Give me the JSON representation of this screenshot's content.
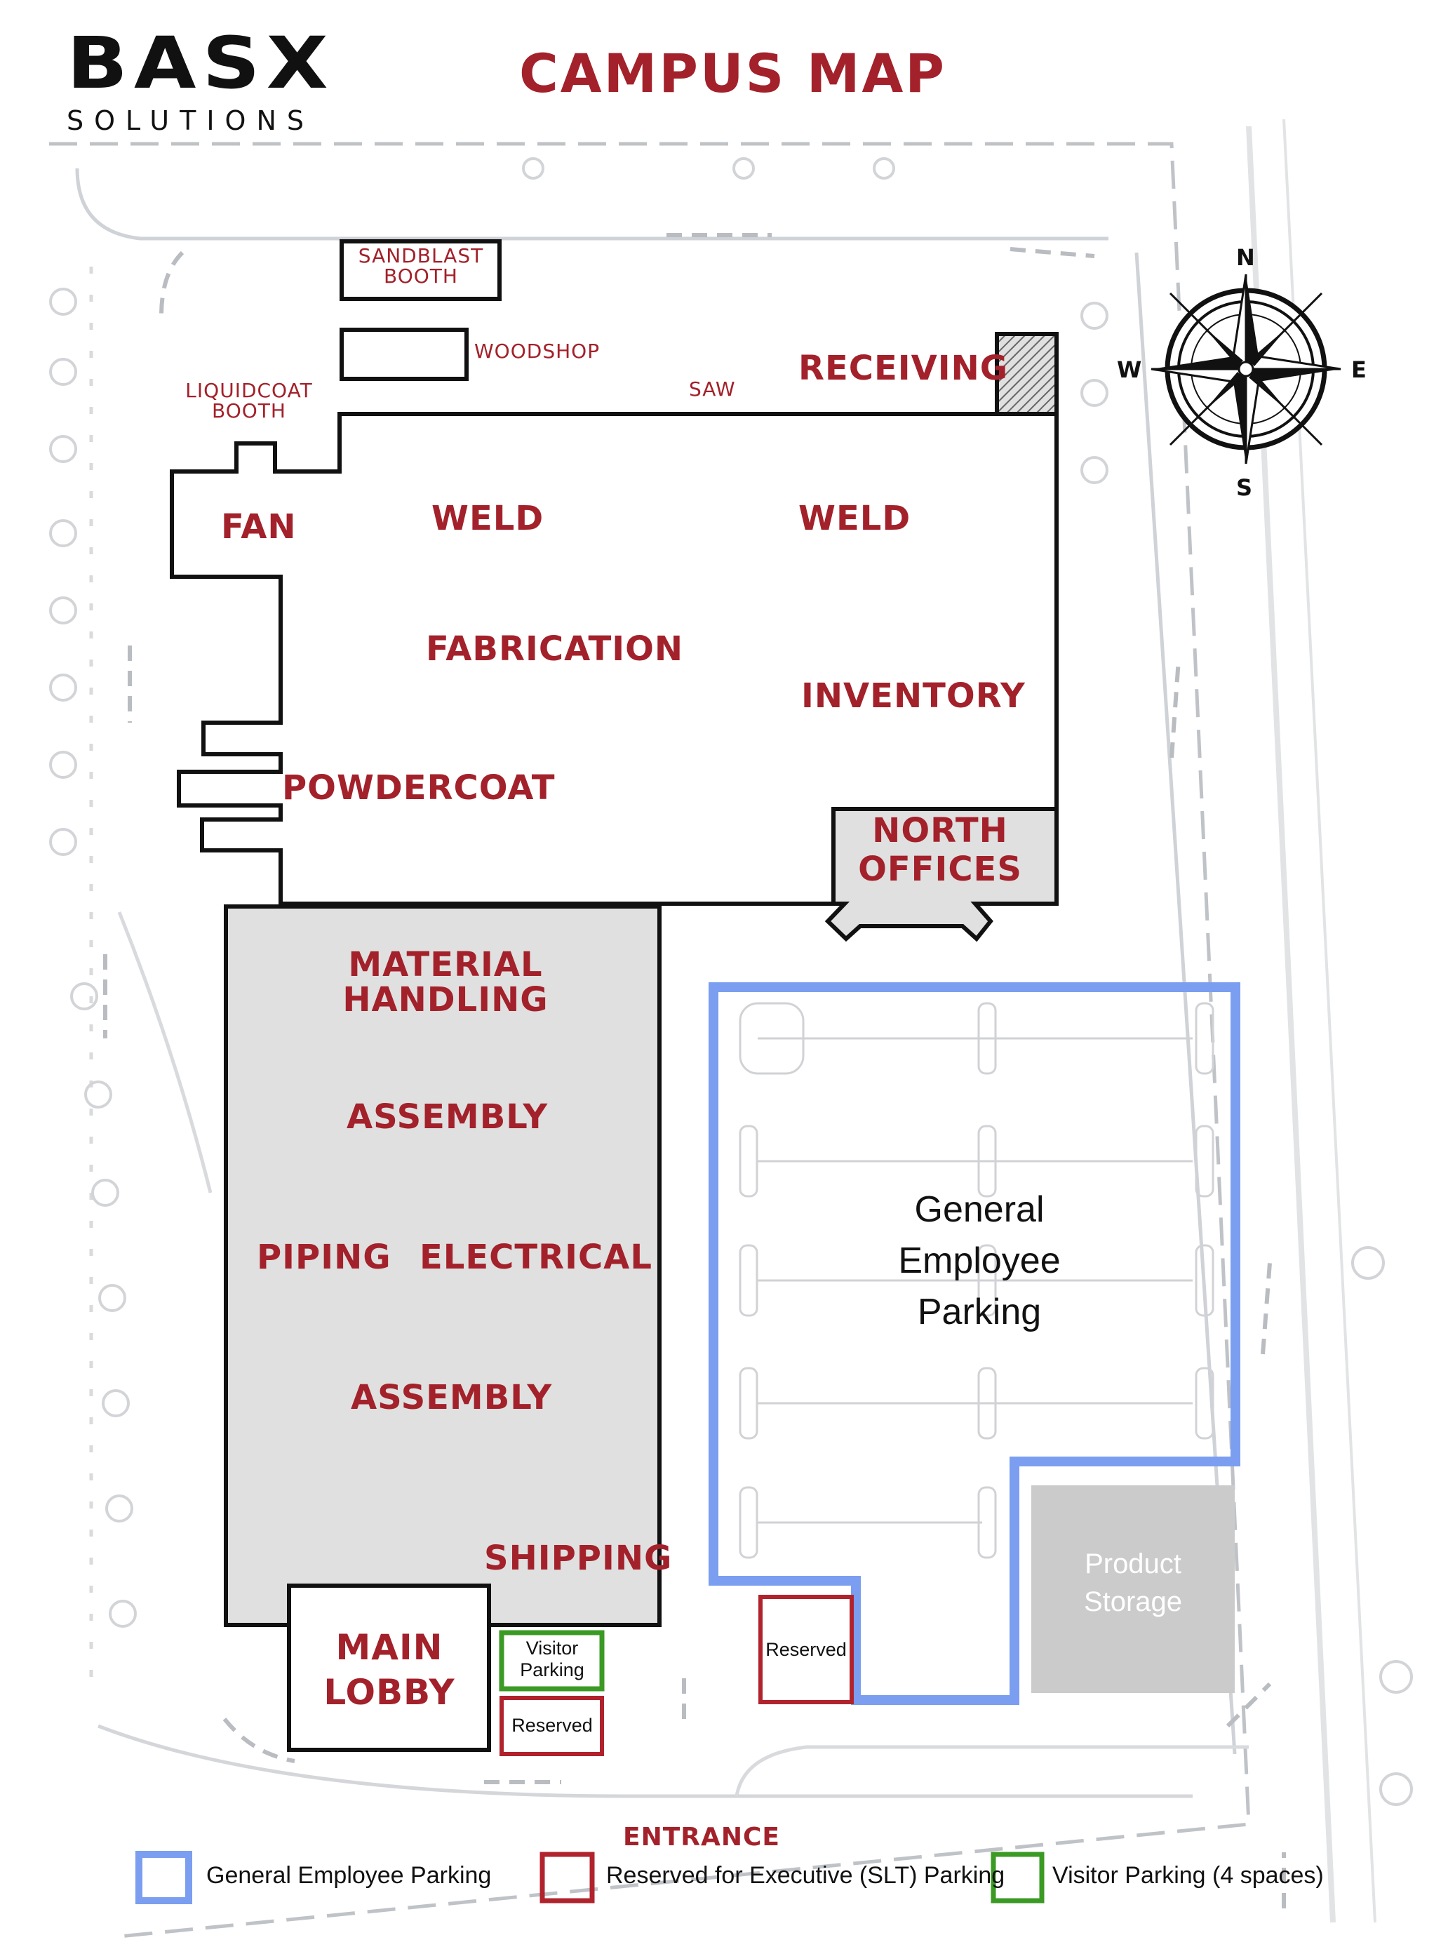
{
  "header": {
    "logo_main": "BASX",
    "logo_sub": "SOLUTIONS",
    "title": "CAMPUS MAP"
  },
  "compass": {
    "n": "N",
    "s": "S",
    "e": "E",
    "w": "W"
  },
  "areas": {
    "sandblast": "SANDBLAST\nBOOTH",
    "woodshop": "WOODSHOP",
    "liquidcoat": "LIQUIDCOAT\nBOOTH",
    "saw": "SAW",
    "receiving": "RECEIVING",
    "fan": "FAN",
    "weld_left": "WELD",
    "weld_right": "WELD",
    "fabrication": "FABRICATION",
    "inventory": "INVENTORY",
    "powdercoat": "POWDERCOAT",
    "north_offices": "NORTH\nOFFICES",
    "material_handling": "MATERIAL\nHANDLING",
    "assembly_top": "ASSEMBLY",
    "piping": "PIPING",
    "electrical": "ELECTRICAL",
    "assembly_bottom": "ASSEMBLY",
    "shipping": "SHIPPING",
    "main_lobby": "MAIN\nLOBBY",
    "visitor_parking": "Visitor\nParking",
    "reserved_lobby": "Reserved",
    "reserved_lot": "Reserved",
    "general_parking": "General\nEmployee\nParking",
    "product_storage": "Product\nStorage",
    "entrance": "ENTRANCE"
  },
  "legend": [
    {
      "label": "General Employee Parking",
      "color": "#7b9ef0"
    },
    {
      "label": "Reserved for Executive (SLT) Parking",
      "color": "#b0232d"
    },
    {
      "label": "Visitor Parking (4 spaces)",
      "color": "#3a9a24"
    }
  ],
  "colors": {
    "accent_red": "#a3212a",
    "employee_blue": "#7b9ef0",
    "reserved_red": "#b0232d",
    "visitor_green": "#3a9a24",
    "building_gray": "#e0e0e0",
    "storage_gray": "#cbcbcb"
  }
}
